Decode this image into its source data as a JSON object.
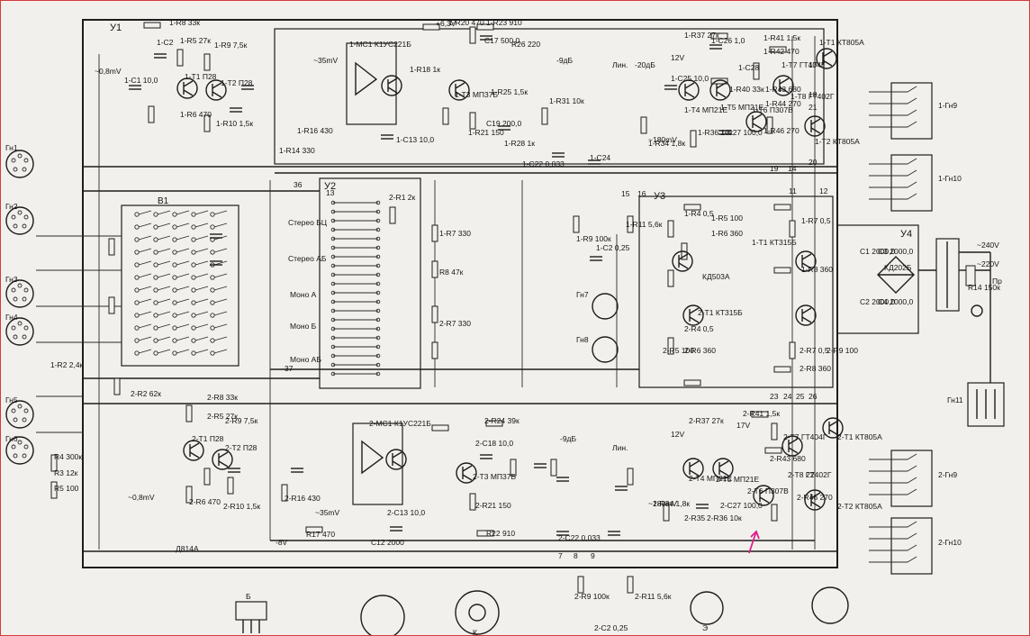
{
  "blocks": {
    "u1": "У1",
    "u2": "У2",
    "u3": "У3",
    "u4": "У4"
  },
  "jacks_left": [
    "Гн1",
    "Гн2",
    "Гн3",
    "Гн4",
    "Гн5",
    "Гн6"
  ],
  "jacks_mid": [
    "Гн7",
    "Гн8"
  ],
  "jack_power": "Гн11",
  "out_connectors": [
    "1-Гн9",
    "1-Гн10",
    "2-Гн9",
    "2-Гн10"
  ],
  "switch_modes": [
    "Стерео БЦ",
    "Стерео АБ",
    "Моно А",
    "Моно Б",
    "Моно АБ"
  ],
  "switch_label": "В1",
  "mains": [
    "~240V",
    "~220V"
  ],
  "fuse": "Пр",
  "bridge": "КД202Б",
  "levels": {
    "top_lin": "Лин.",
    "top_neg20": "-20дБ",
    "top_neg9": "-9дБ",
    "bot_lin": "Лин.",
    "bot_neg9": "-9дБ",
    "mv_in1": "~0,8mV",
    "mv_in2": "~0,8mV",
    "mv_35a": "~35mV",
    "mv_35b": "~35mV",
    "mv_180a": "~180mV",
    "mv_180b": "~180mV",
    "supply_63": "+6,3V",
    "v12a": "12V",
    "v12b": "12V",
    "v17": "17V",
    "neg8": "-8V"
  },
  "parts": {
    "top_r": [
      "1-R8 33к",
      "1-R5 27к",
      "1-R9 7,5к",
      "1-R6 470",
      "1-R10 1,5к",
      "1-R20 470",
      "1-R23 910",
      "R26 220",
      "1-R37 27к",
      "1-R41 1,5к",
      "1-R42 470",
      "1-R40 33к",
      "1-R43 680",
      "1-R44 270",
      "1-R46 270",
      "1-R36 10к",
      "1-R34 1,8к",
      "1-R31 10к",
      "1-R28 1к",
      "1-R25 1,5к",
      "1-R21 150",
      "1-R16 430",
      "1-R14 330",
      "1-R18 1к"
    ],
    "top_c": [
      "1-C1 10,0",
      "1-C2",
      "1-C13 10,0",
      "C17 500,0",
      "C19 200,0",
      "1-C22 0,033",
      "1-C24",
      "1-C25 10,0",
      "1-C26 1,0",
      "1-C27 100,0",
      "1-C28"
    ],
    "top_t": [
      "1-T1 П28",
      "1-T2 П28",
      "1-T3 МП37Б",
      "1-T4 МП21Е",
      "1-T5 МП21Е",
      "1-T6 П307В",
      "1-T7 ГТ404Г",
      "1-T8 ГТ402Г",
      "1-T1 КТ805А",
      "1-T2 КТ805А"
    ],
    "mid": [
      "2-R1 2к",
      "1-R7 330",
      "R8 47к",
      "2-R7 330",
      "1-R11 5,6к",
      "1-R9 100к",
      "1-C2 0,25",
      "1-R4 0,5",
      "1-R5 100",
      "1-R6 360",
      "1-R7 0,5",
      "1-R8 360",
      "2-R4 0,5",
      "2-R5 100",
      "2-R6 360",
      "2-R7 0,5",
      "2-R8 360",
      "2-R9 100",
      "1-T1 КТ315Б",
      "2-T1 КТ315Б",
      "КД503А",
      "C1 2000,0",
      "C2 2000,0",
      "C3 2000,0",
      "C4 2000,0",
      "R14 150к"
    ],
    "bot": [
      "2-R8 33к",
      "2-R5 27к",
      "2-R9 7,5к",
      "2-R6 470",
      "2-R10 1,5к",
      "R3 12к",
      "R4 300к",
      "R5 100",
      "2-R2 62к",
      "1-R2 2,4к",
      "2-R16 430",
      "R17 470",
      "2-C13 10,0",
      "2-C18 10,0",
      "2-R24 39к",
      "2-R21 150",
      "R22 910",
      "C12 2000",
      "Д814А",
      "2-R37 27к",
      "2-R41 1,5к",
      "2-R43 680",
      "2-R46 270",
      "2-R36 10к",
      "2-R34 1,8к",
      "2-R35",
      "2-C27 100,0",
      "2-C22 0,033",
      "2-R11 5,6к",
      "2-R9 100к",
      "2-C2 0,25"
    ],
    "bot_t": [
      "2-T1 П28",
      "2-T2 П28",
      "2-T3 МП37Б",
      "2-T4 МП21Е",
      "2-T5 МП21Е",
      "2-T6 П307В",
      "2-T7 ГТ404Г",
      "2-T8 ГТ402Г",
      "2-T1 КТ805А",
      "2-T2 КТ805А",
      "2-MC1 К1УС221Б",
      "1-MC1 К1УС221Б"
    ]
  },
  "pinouts": [
    "Б",
    "К",
    "Э"
  ],
  "pin_nums": [
    "23",
    "24",
    "25",
    "26",
    "13",
    "36",
    "37",
    "11",
    "12",
    "19",
    "14",
    "17",
    "20",
    "22",
    "15",
    "16",
    "18",
    "21",
    "7",
    "8",
    "9"
  ]
}
